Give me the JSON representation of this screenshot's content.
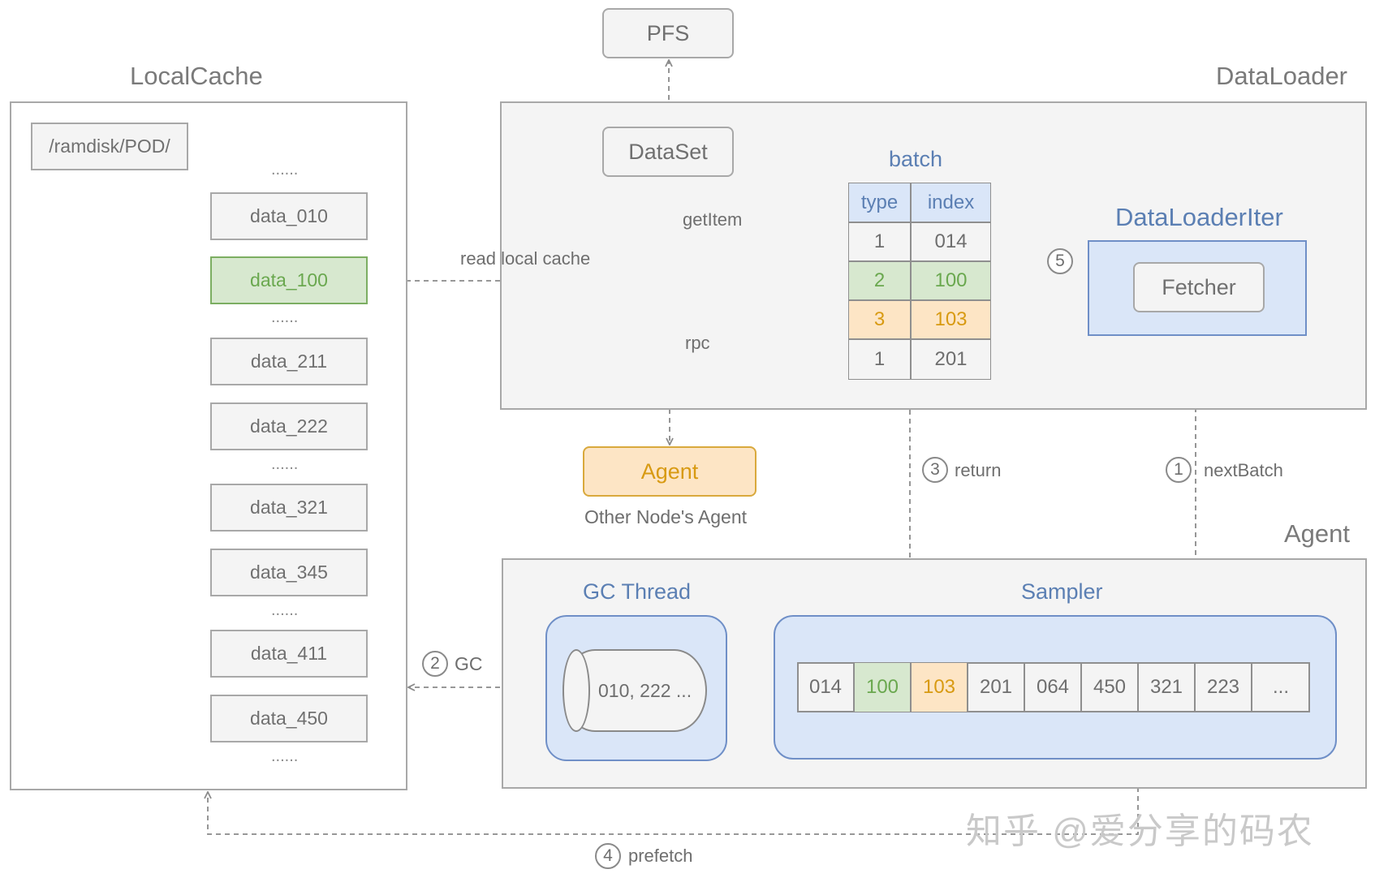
{
  "local_cache": {
    "title": "LocalCache",
    "root": "/ramdisk/POD/",
    "items": [
      {
        "label": "data_010"
      },
      {
        "label": "data_100",
        "state": "hit"
      },
      {
        "label": "data_211"
      },
      {
        "label": "data_222"
      },
      {
        "label": "data_321"
      },
      {
        "label": "data_345"
      },
      {
        "label": "data_411"
      },
      {
        "label": "data_450"
      }
    ],
    "ellipsis": "......"
  },
  "pfs": {
    "label": "PFS"
  },
  "dataloader": {
    "title": "DataLoader",
    "dataset": "DataSet",
    "iter": {
      "title": "DataLoaderIter",
      "fetcher": "Fetcher"
    },
    "batch": {
      "title": "batch",
      "headers": [
        "type",
        "index"
      ],
      "rows": [
        {
          "type": "1",
          "index": "014"
        },
        {
          "type": "2",
          "index": "100",
          "state": "local"
        },
        {
          "type": "3",
          "index": "103",
          "state": "remote"
        },
        {
          "type": "1",
          "index": "201"
        }
      ]
    }
  },
  "remote_agent": {
    "label": "Agent",
    "caption": "Other Node's Agent"
  },
  "agent": {
    "title": "Agent",
    "gc_thread": {
      "title": "GC Thread",
      "queue": "010, 222 ..."
    },
    "sampler": {
      "title": "Sampler",
      "indices": [
        {
          "value": "014"
        },
        {
          "value": "100",
          "state": "local"
        },
        {
          "value": "103",
          "state": "remote"
        },
        {
          "value": "201"
        },
        {
          "value": "064"
        },
        {
          "value": "450"
        },
        {
          "value": "321"
        },
        {
          "value": "223"
        },
        {
          "value": "..."
        }
      ]
    }
  },
  "edges": {
    "getitem": "getItem",
    "read_local_cache": "read local cache",
    "rpc": "rpc",
    "step1": {
      "num": "1",
      "label": "nextBatch"
    },
    "step2": {
      "num": "2",
      "label": "GC"
    },
    "step3": {
      "num": "3",
      "label": "return"
    },
    "step4": {
      "num": "4",
      "label": "prefetch"
    },
    "step5": {
      "num": "5"
    }
  },
  "watermark": "知乎 @爱分享的码农",
  "colors": {
    "border": "#a8a8a8",
    "panel_fill": "#f4f4f4",
    "blue_fill": "#dae6f8",
    "blue_border": "#6f8fc7",
    "blue_text": "#5b7fb3",
    "green_fill": "#d7e8cf",
    "green_border": "#7cae62",
    "green_text": "#6aa84f",
    "orange_fill": "#fde5c5",
    "orange_border": "#d9a93c",
    "orange_text": "#d89a12",
    "connector": "#8a8a8a"
  }
}
